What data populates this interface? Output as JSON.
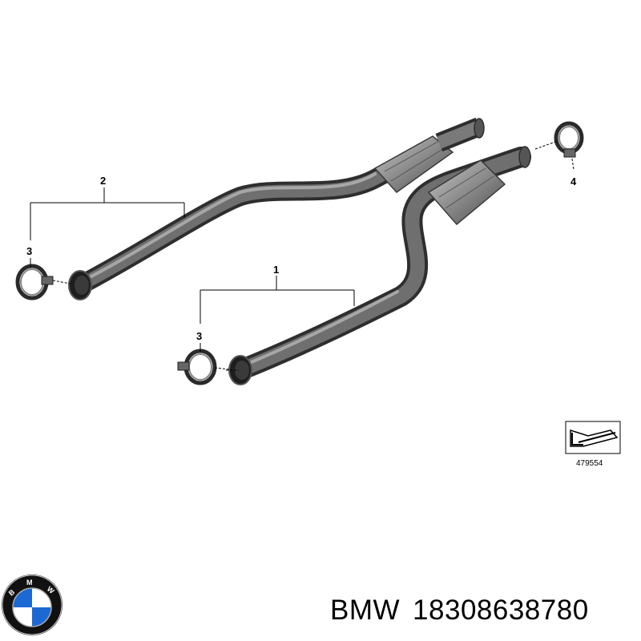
{
  "callouts": {
    "c1": "1",
    "c2": "2",
    "c3a": "3",
    "c3b": "3",
    "c4": "4"
  },
  "diagram_number": "479554",
  "logo": {
    "text": "BMW",
    "colors": {
      "blue": "#1c69d4",
      "black": "#111111",
      "white": "#ffffff"
    }
  },
  "footer": {
    "brand": "BMW",
    "part_number": "18308638780"
  },
  "colors": {
    "pipe_dark": "#3d3d3d",
    "pipe_mid": "#6e6e6e",
    "pipe_light": "#a9a9a9",
    "line": "#000000"
  }
}
